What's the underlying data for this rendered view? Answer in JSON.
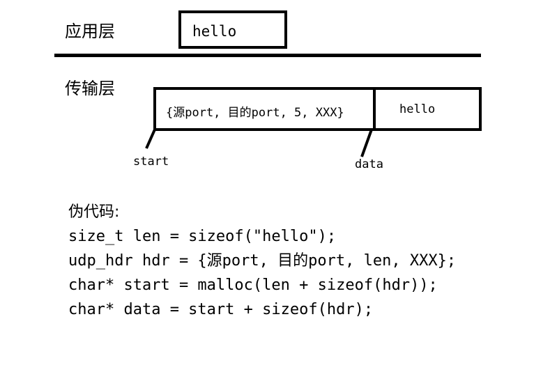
{
  "app_layer": {
    "label": "应用层",
    "payload": "hello"
  },
  "transport_layer": {
    "label": "传输层",
    "header": "{源port, 目的port, 5, XXX}",
    "payload": "hello"
  },
  "pointers": {
    "start": "start",
    "data": "data"
  },
  "pseudocode": {
    "title": "伪代码:",
    "lines": [
      "size_t len = sizeof(\"hello\");",
      "udp_hdr hdr = {源port, 目的port, len, XXX};",
      "char* start = malloc(len + sizeof(hdr));",
      "char* data = start + sizeof(hdr);"
    ]
  }
}
